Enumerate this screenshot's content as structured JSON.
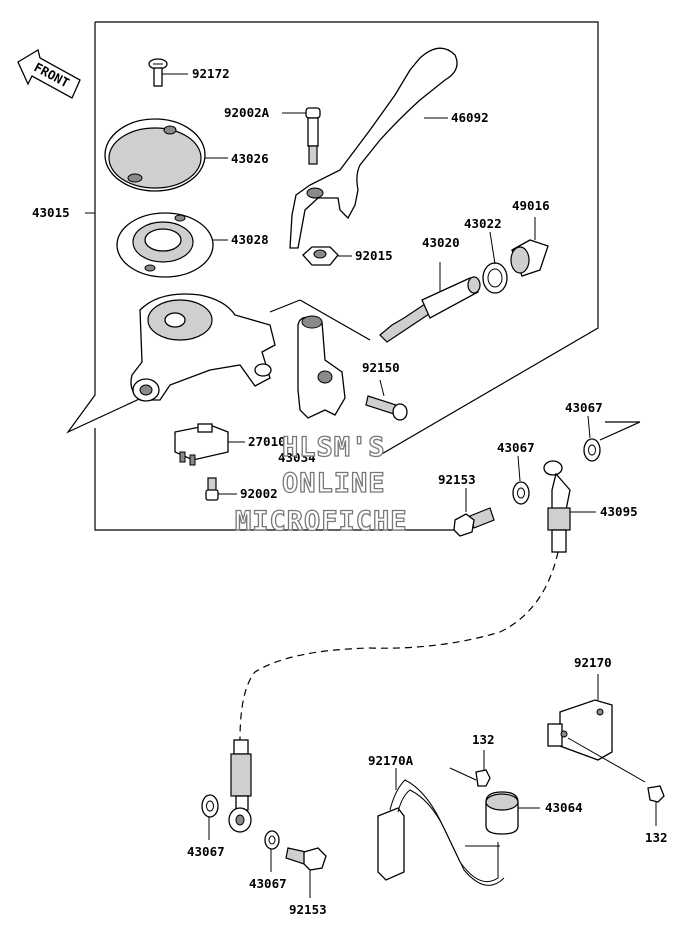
{
  "front_label": "FRONT",
  "labels": {
    "p92172": "92172",
    "p92002A": "92002A",
    "p46092": "46092",
    "p43026": "43026",
    "p43015": "43015",
    "p43028": "43028",
    "p92015": "92015",
    "p43020": "43020",
    "p43022": "43022",
    "p49016": "49016",
    "p92150": "92150",
    "p27010": "27010",
    "p43034": "43034",
    "p92002": "92002",
    "p43067_a": "43067",
    "p43067_b": "43067",
    "p92153_a": "92153",
    "p43095": "43095",
    "p92170": "92170",
    "p132_a": "132",
    "p92170A": "92170A",
    "p43064": "43064",
    "p132_b": "132",
    "p43067_c": "43067",
    "p43067_d": "43067",
    "p92153_b": "92153"
  },
  "watermark": {
    "line1": "HLSM'S",
    "line2": "ONLINE",
    "line3": "MICROFICHE"
  }
}
